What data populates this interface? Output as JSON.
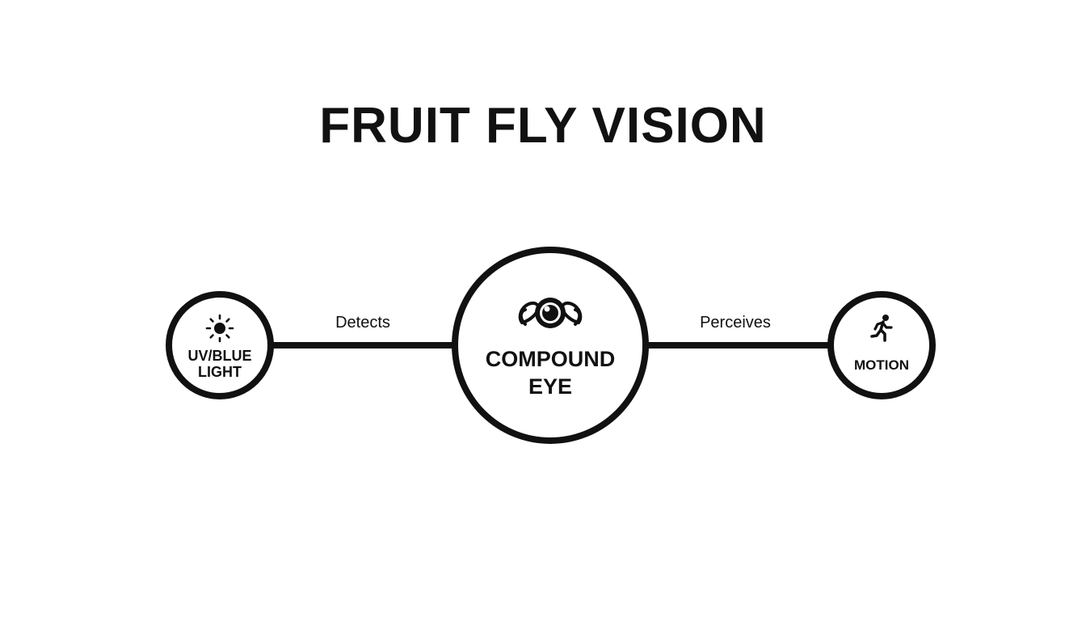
{
  "title": "FRUIT FLY VISION",
  "nodes": {
    "left": {
      "lines": [
        "UV/BLUE",
        "LIGHT"
      ],
      "icon": "sun-icon"
    },
    "center": {
      "lines": [
        "COMPOUND",
        "EYE"
      ],
      "icon": "eye-icon"
    },
    "right": {
      "lines": [
        "MOTION"
      ],
      "icon": "running-person-icon"
    }
  },
  "edges": {
    "left": "Detects",
    "right": "Perceives"
  },
  "colors": {
    "stroke": "#111111",
    "background": "#ffffff"
  }
}
